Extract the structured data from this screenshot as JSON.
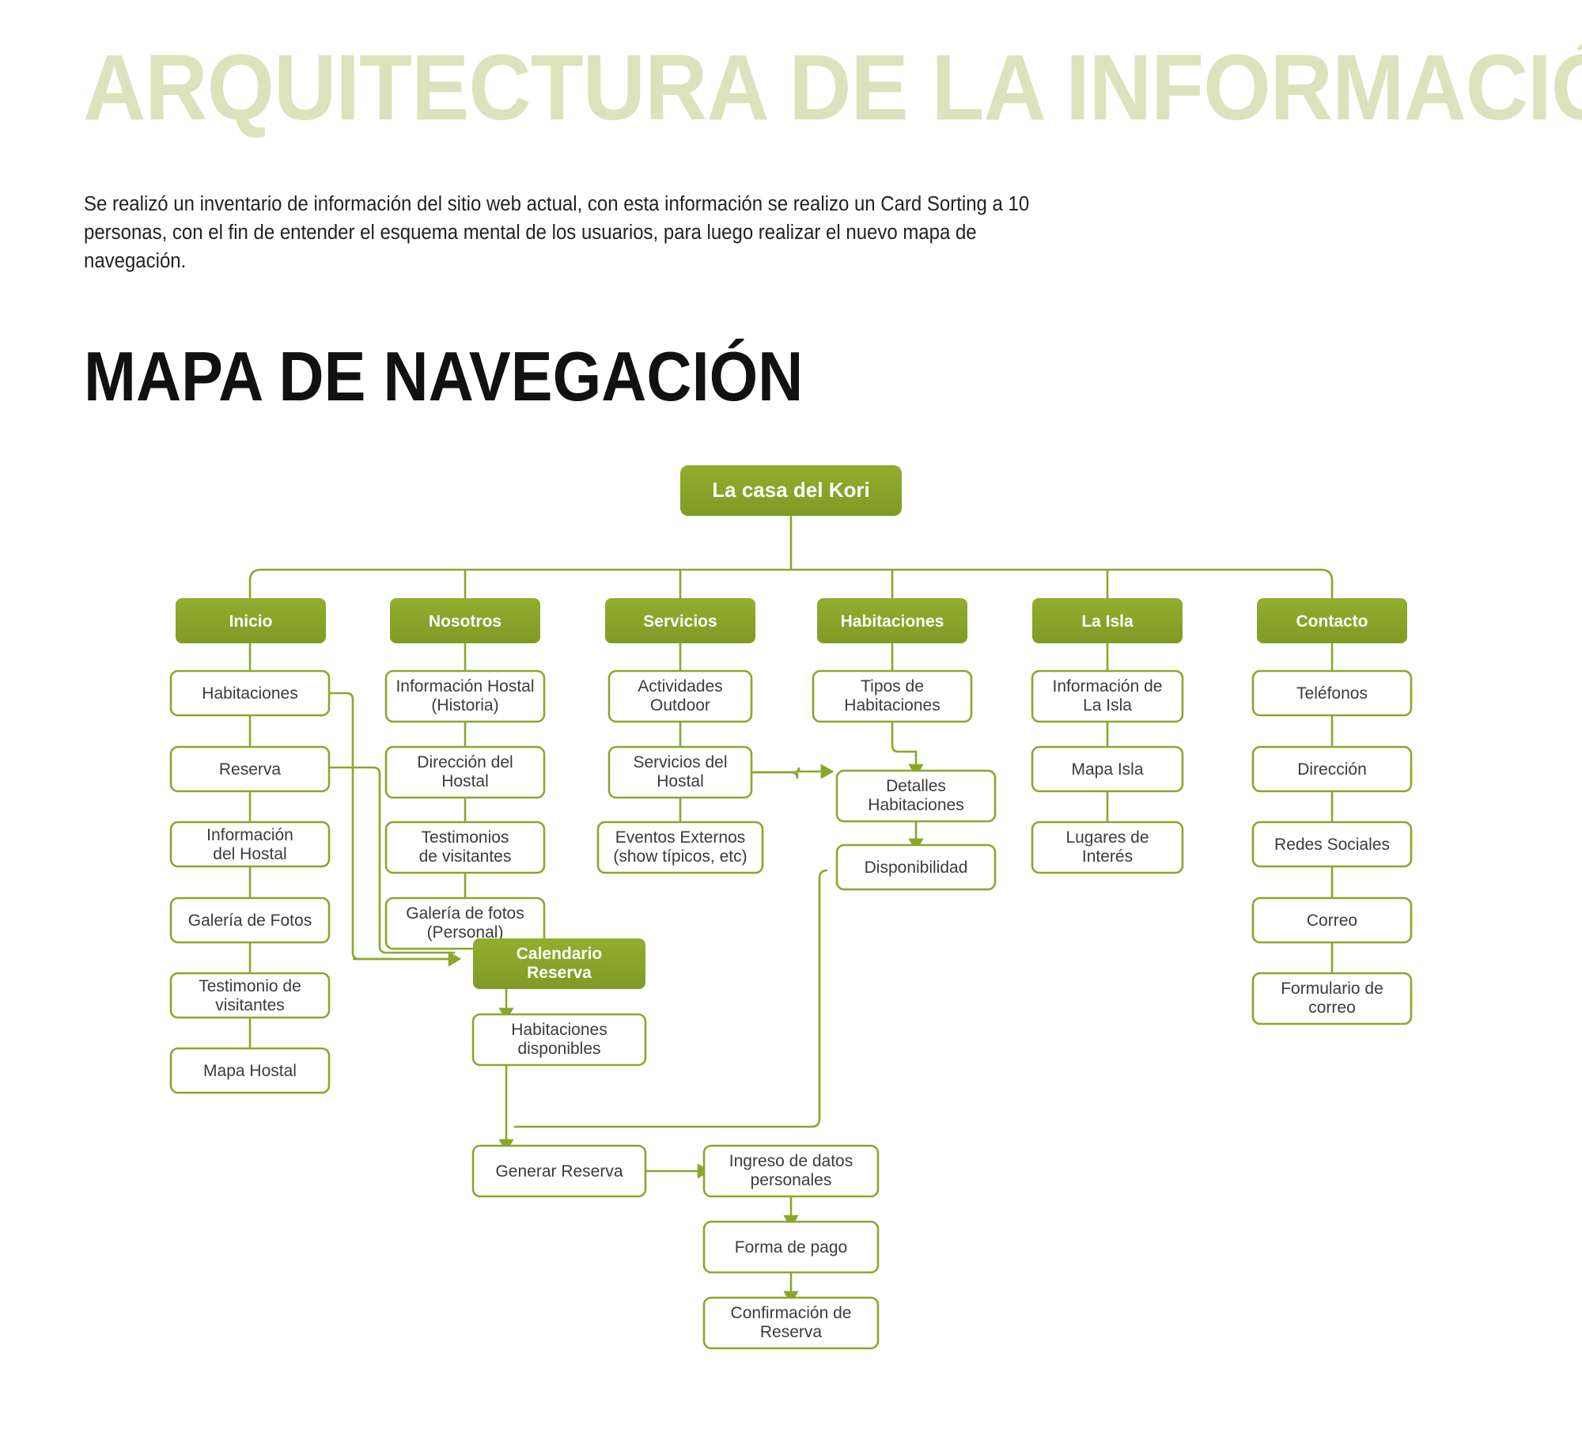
{
  "header": {
    "title": "ARQUITECTURA DE LA INFORMACIÓN",
    "paragraph": "Se realizó un inventario de información del sitio web actual, con esta información se realizo un Card Sorting a 10 personas, con el fin de entender el esquema mental de los usuarios, para luego realizar el nuevo mapa de navegación.",
    "section_title": "MAPA DE NAVEGACIÓN"
  },
  "colors": {
    "brand_green": "#8aa72b",
    "node_border": "#8aa72b",
    "title_light_green": "#dce3bc",
    "text_dark": "#221f1f",
    "node_text": "#3b3b3b",
    "node_fill_white": "#ffffff",
    "page_background": "#ffffff"
  },
  "chart_data": {
    "type": "diagram",
    "title": "MAPA DE NAVEGACIÓN",
    "root": "La casa del Kori",
    "sections": [
      {
        "label": "Inicio",
        "children": [
          "Habitaciones",
          "Reserva",
          "Información del Hostal",
          "Galería de Fotos",
          "Testimonio de visitantes",
          "Mapa Hostal"
        ]
      },
      {
        "label": "Nosotros",
        "children": [
          "Información Hostal (Historia)",
          "Dirección del Hostal",
          "Testimonios de visitantes",
          "Galería de fotos (Personal)"
        ]
      },
      {
        "label": "Servicios",
        "children": [
          "Actividades Outdoor",
          "Servicios del Hostal",
          "Eventos Externos (show típicos, etc)"
        ]
      },
      {
        "label": "Habitaciones",
        "children": [
          "Tipos de Habitaciones",
          "Detalles Habitaciones",
          "Disponibilidad"
        ]
      },
      {
        "label": "La Isla",
        "children": [
          "Información de La Isla",
          "Mapa Isla",
          "Lugares de Interés"
        ]
      },
      {
        "label": "Contacto",
        "children": [
          "Teléfonos",
          "Dirección",
          "Redes Sociales",
          "Correo",
          "Formulario de correo"
        ]
      }
    ],
    "booking_flow": {
      "header": "Calendario Reserva",
      "steps": [
        "Habitaciones disponibles",
        "Generar Reserva",
        "Ingreso de datos personales",
        "Forma de pago",
        "Confirmación de Reserva"
      ]
    }
  },
  "nodes": {
    "root": {
      "l1": "La casa del Kori",
      "l2": ""
    },
    "sec_inicio": {
      "l1": "Inicio",
      "l2": ""
    },
    "sec_nosotros": {
      "l1": "Nosotros",
      "l2": ""
    },
    "sec_servicios": {
      "l1": "Servicios",
      "l2": ""
    },
    "sec_habitaciones": {
      "l1": "Habitaciones",
      "l2": ""
    },
    "sec_laisla": {
      "l1": "La Isla",
      "l2": ""
    },
    "sec_contacto": {
      "l1": "Contacto",
      "l2": ""
    },
    "i1": {
      "l1": "Habitaciones",
      "l2": ""
    },
    "i2": {
      "l1": "Reserva",
      "l2": ""
    },
    "i3": {
      "l1": "Información",
      "l2": "del Hostal"
    },
    "i4": {
      "l1": "Galería de Fotos",
      "l2": ""
    },
    "i5": {
      "l1": "Testimonio de",
      "l2": "visitantes"
    },
    "i6": {
      "l1": "Mapa Hostal",
      "l2": ""
    },
    "n1": {
      "l1": "Información Hostal",
      "l2": "(Historia)"
    },
    "n2": {
      "l1": "Dirección del",
      "l2": "Hostal"
    },
    "n3": {
      "l1": "Testimonios",
      "l2": "de visitantes"
    },
    "n4": {
      "l1": "Galería de fotos",
      "l2": "(Personal)"
    },
    "s1": {
      "l1": "Actividades",
      "l2": "Outdoor"
    },
    "s2": {
      "l1": "Servicios del",
      "l2": "Hostal"
    },
    "s3": {
      "l1": "Eventos Externos",
      "l2": "(show típicos, etc)"
    },
    "h1": {
      "l1": "Tipos de",
      "l2": "Habitaciones"
    },
    "h2": {
      "l1": "Detalles",
      "l2": "Habitaciones"
    },
    "h3": {
      "l1": "Disponibilidad",
      "l2": ""
    },
    "i_1": {
      "l1": "Información de",
      "l2": "La Isla"
    },
    "i_2": {
      "l1": "Mapa Isla",
      "l2": ""
    },
    "i_3": {
      "l1": "Lugares de",
      "l2": "Interés"
    },
    "c1": {
      "l1": "Teléfonos",
      "l2": ""
    },
    "c2": {
      "l1": "Dirección",
      "l2": ""
    },
    "c3": {
      "l1": "Redes Sociales",
      "l2": ""
    },
    "c4": {
      "l1": "Correo",
      "l2": ""
    },
    "c5": {
      "l1": "Formulario de",
      "l2": "correo"
    },
    "cal": {
      "l1": "Calendario",
      "l2": "Reserva"
    },
    "b1": {
      "l1": "Habitaciones",
      "l2": "disponibles"
    },
    "b2": {
      "l1": "Generar Reserva",
      "l2": ""
    },
    "b3": {
      "l1": "Ingreso de datos",
      "l2": "personales"
    },
    "b4": {
      "l1": "Forma de pago",
      "l2": ""
    },
    "b5": {
      "l1": "Confirmación de",
      "l2": "Reserva"
    }
  }
}
